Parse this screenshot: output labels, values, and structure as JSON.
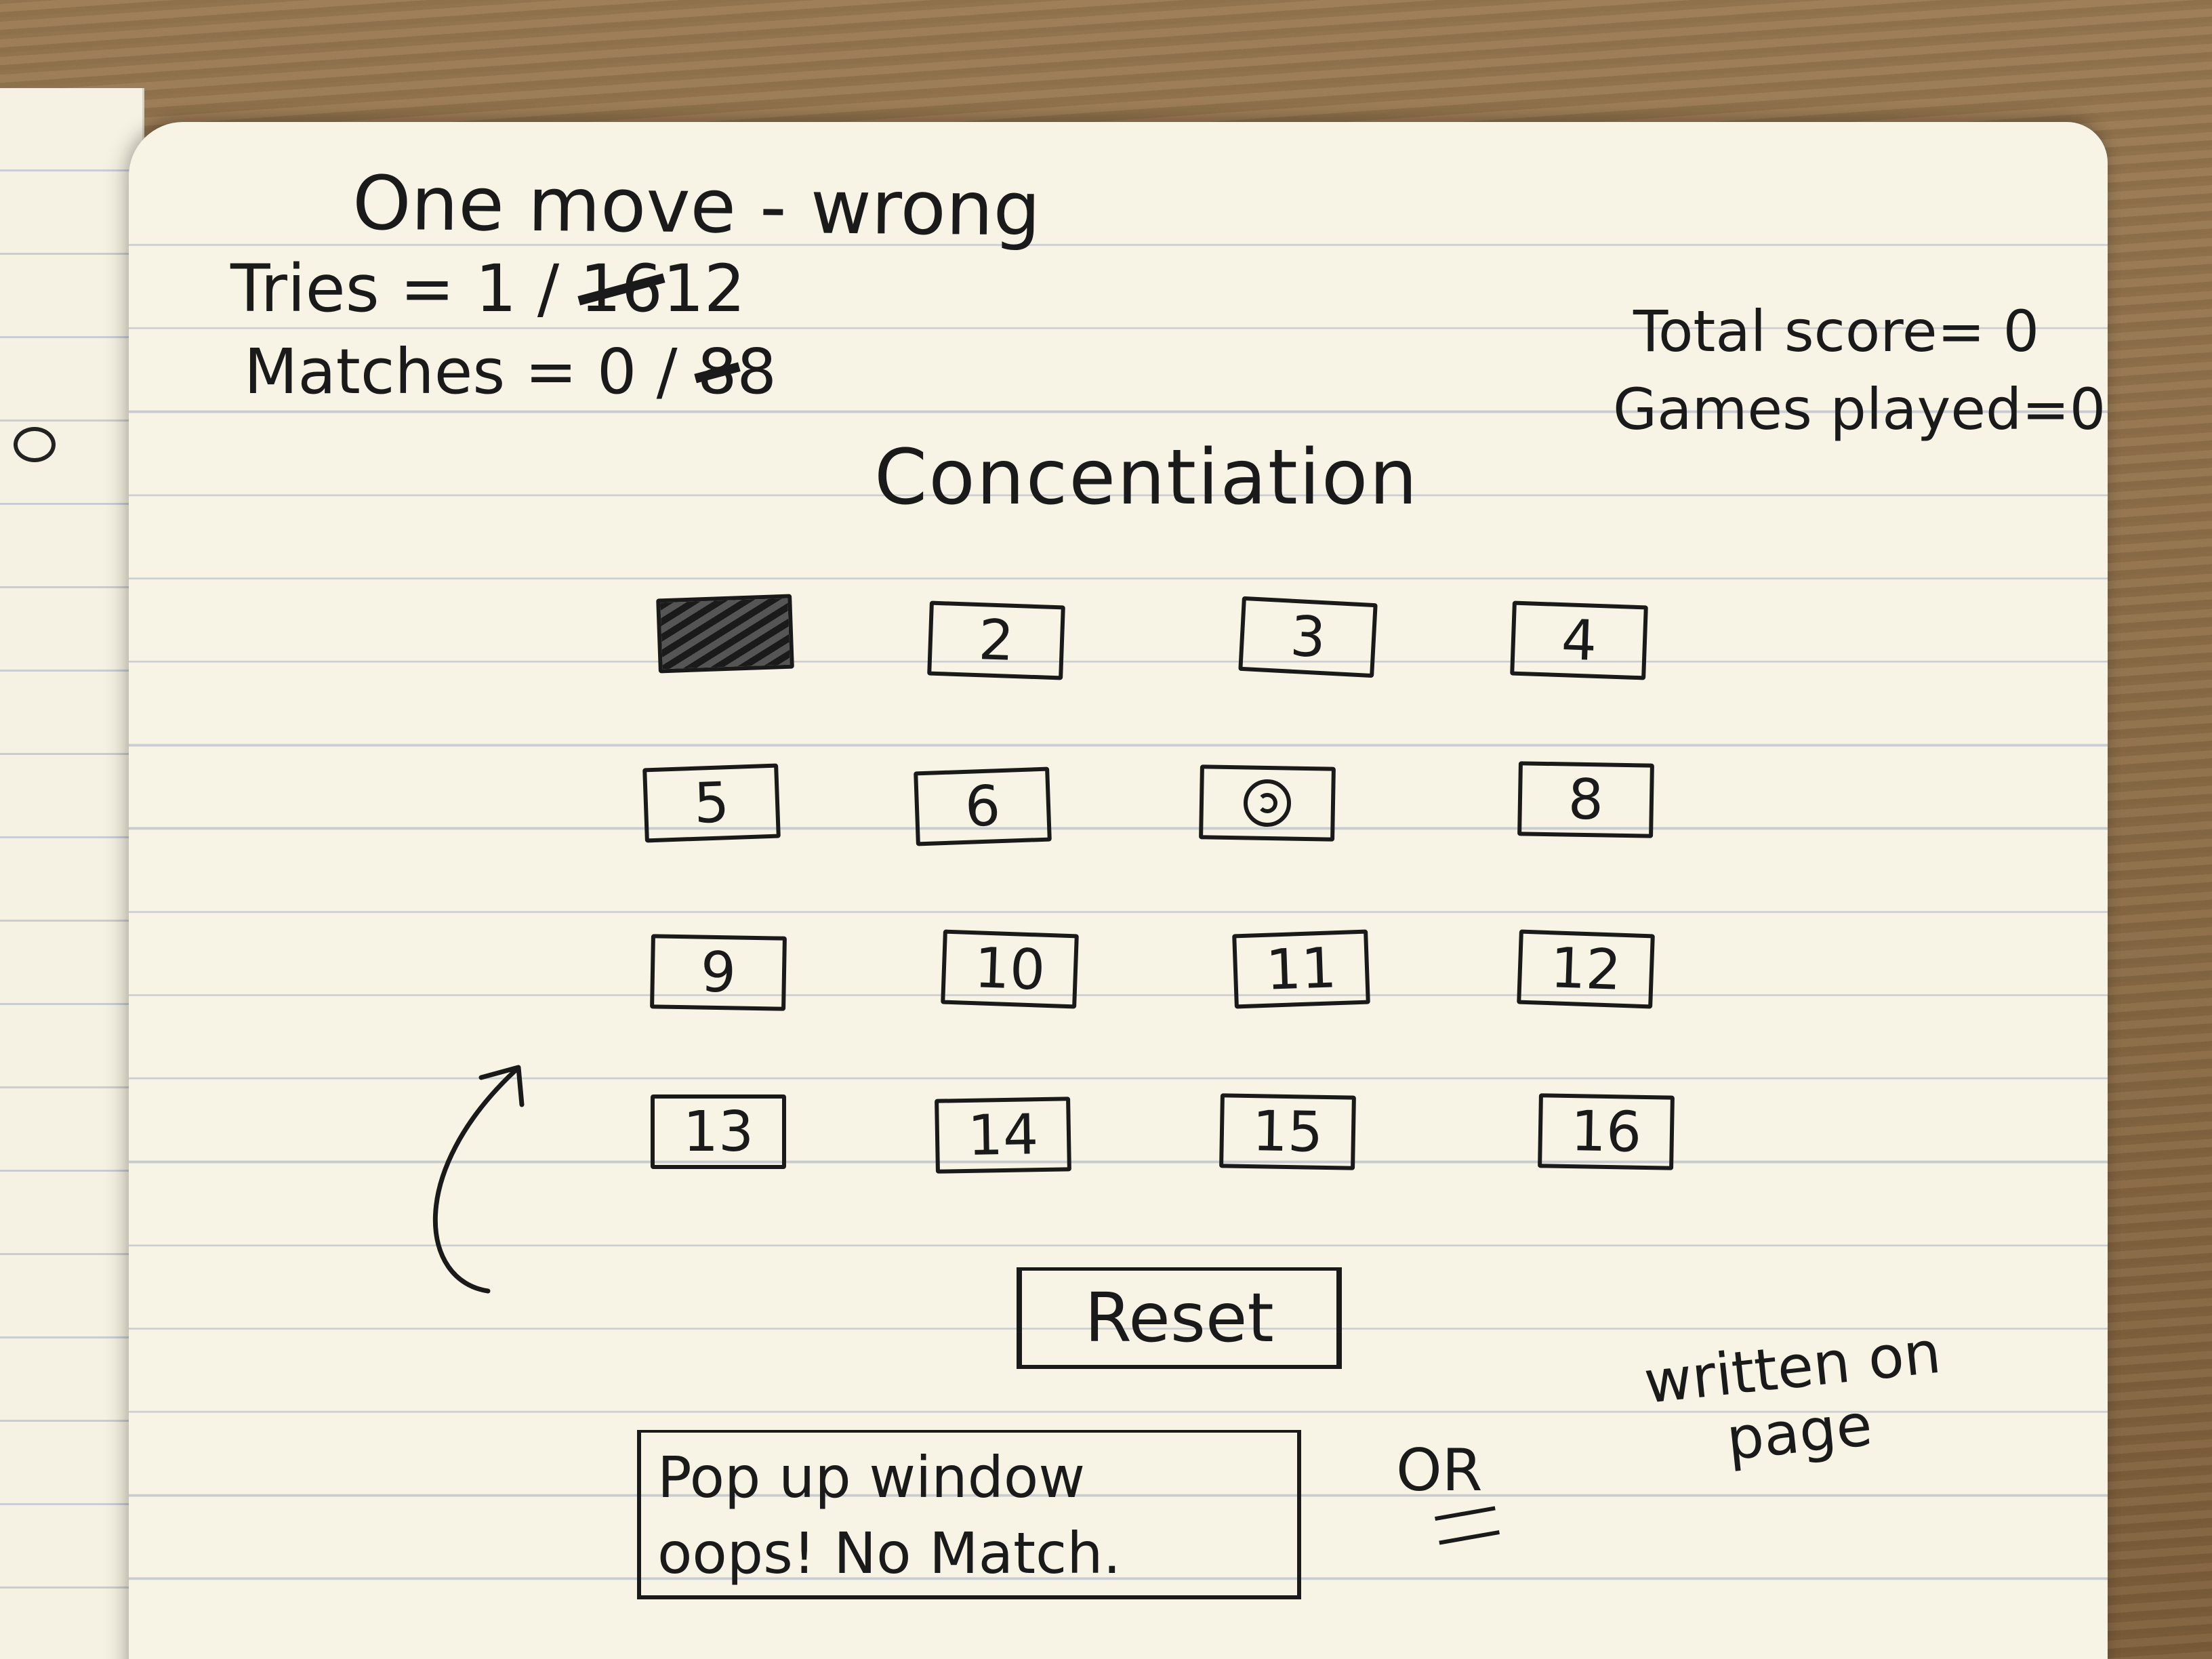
{
  "sketch": {
    "title": "One move - wrong",
    "tries": {
      "label": "Tries = 1 / ",
      "struck_value": "16",
      "value": "12"
    },
    "matches": {
      "label": "Matches = 0 / ",
      "struck_value": "8",
      "value": "8"
    },
    "total_score": "Total score= 0",
    "games_played": "Games played=0",
    "game_title": "Concentiation",
    "tiles": [
      {
        "label": "",
        "state": "shaded"
      },
      {
        "label": "2",
        "state": "hidden"
      },
      {
        "label": "3",
        "state": "hidden"
      },
      {
        "label": "4",
        "state": "hidden"
      },
      {
        "label": "5",
        "state": "hidden"
      },
      {
        "label": "6",
        "state": "hidden"
      },
      {
        "label": "",
        "state": "spiral"
      },
      {
        "label": "8",
        "state": "hidden"
      },
      {
        "label": "9",
        "state": "hidden"
      },
      {
        "label": "10",
        "state": "hidden"
      },
      {
        "label": "11",
        "state": "hidden"
      },
      {
        "label": "12",
        "state": "hidden"
      },
      {
        "label": "13",
        "state": "hidden"
      },
      {
        "label": "14",
        "state": "hidden"
      },
      {
        "label": "15",
        "state": "hidden"
      },
      {
        "label": "16",
        "state": "hidden"
      }
    ],
    "reset_label": "Reset",
    "popup": {
      "line1": "Pop up window",
      "line2": "oops! No Match."
    },
    "or_label": "OR",
    "written_note": "written on page"
  },
  "colors": {
    "ink": "#1a1a1a",
    "paper": "#f7f4e6",
    "rule_line": "#c8ccd1",
    "wood": "#8a6a45"
  },
  "icons": {
    "shaded_tile": "hatched-fill",
    "spiral_tile": "spiral-icon",
    "arrow": "curved-arrow-icon"
  }
}
